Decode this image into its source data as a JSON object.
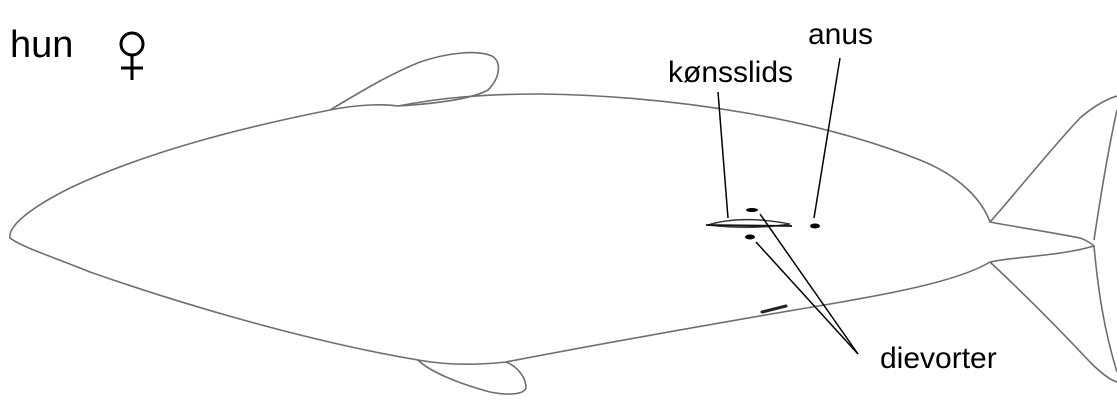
{
  "title": {
    "text": "hun",
    "symbol_icon": "female-symbol-icon"
  },
  "labels": {
    "anus": "anus",
    "genital_slit": "kønsslids",
    "mammary_slits": "dievorter"
  },
  "colors": {
    "outline": "#6e6e6e",
    "ink": "#000000",
    "background": "#ffffff"
  }
}
